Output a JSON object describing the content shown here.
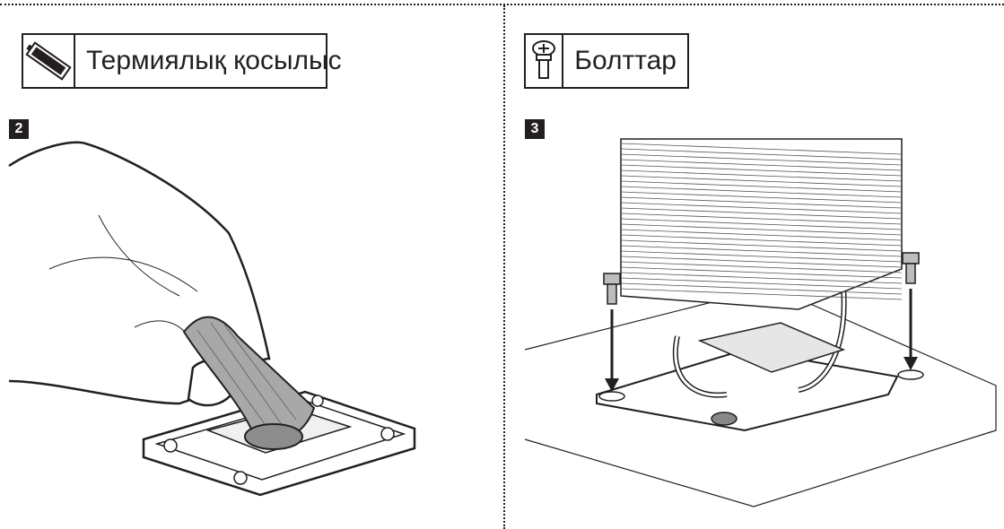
{
  "left_panel": {
    "label": "Термиялық қосылыс",
    "icon": "thermal-grease-syringe-icon",
    "step": "2"
  },
  "right_panel": {
    "label": "Болттар",
    "icon": "screw-icon",
    "step": "3"
  }
}
